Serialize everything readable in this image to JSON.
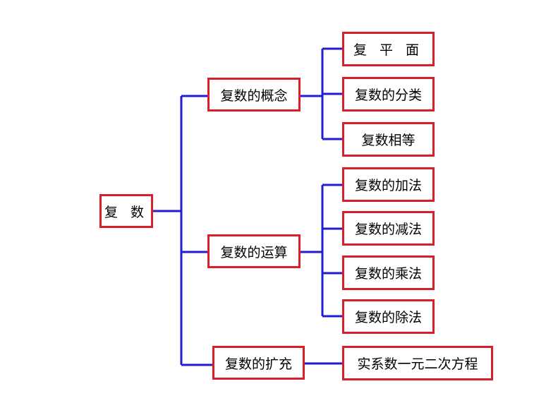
{
  "colors": {
    "connector": "#1f1fcf",
    "box_border": "#d8202a",
    "text": "#000000"
  },
  "diagram": {
    "root": {
      "label": "复 数"
    },
    "branches": [
      {
        "label": "复数的概念",
        "children": [
          {
            "label": "复 平 面"
          },
          {
            "label": "复数的分类"
          },
          {
            "label": "复数相等"
          }
        ]
      },
      {
        "label": "复数的运算",
        "children": [
          {
            "label": "复数的加法"
          },
          {
            "label": "复数的减法"
          },
          {
            "label": "复数的乘法"
          },
          {
            "label": "复数的除法"
          }
        ]
      },
      {
        "label": "复数的扩充",
        "children": [
          {
            "label": "实系数一元二次方程"
          }
        ]
      }
    ]
  }
}
